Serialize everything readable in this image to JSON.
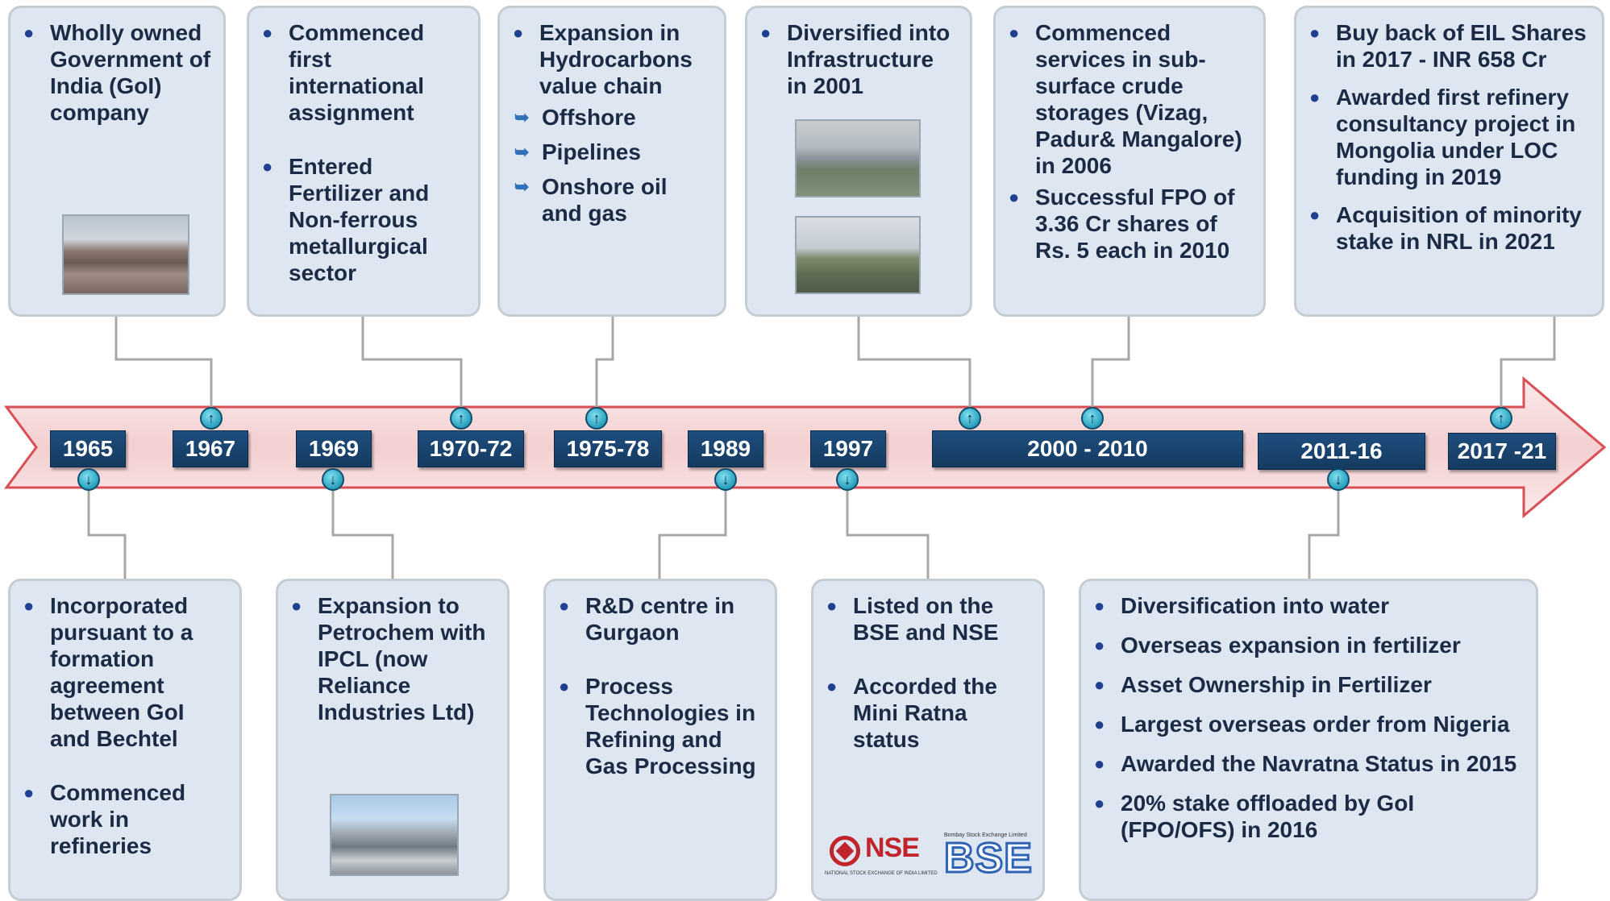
{
  "timeline": {
    "years": [
      "1965",
      "1967",
      "1969",
      "1970-72",
      "1975-78",
      "1989",
      "1997",
      "2000 - 2010",
      "2011-16",
      "2017 -21"
    ]
  },
  "top_boxes": [
    {
      "items": [
        "Wholly owned Government of India (GoI) company"
      ]
    },
    {
      "items": [
        "Commenced first international assignment",
        "Entered Fertilizer and Non-ferrous metallurgical sector"
      ]
    },
    {
      "title": "Expansion in Hydrocarbons value chain",
      "subitems": [
        "Offshore",
        "Pipelines",
        "Onshore oil and gas"
      ]
    },
    {
      "items": [
        "Diversified into Infrastructure in 2001"
      ]
    },
    {
      "items": [
        "Commenced services in sub-surface crude storages (Vizag, Padur& Mangalore) in 2006",
        "Successful FPO of 3.36 Cr shares of Rs. 5 each in 2010"
      ]
    },
    {
      "items": [
        "Buy back of EIL Shares in 2017 - INR 658 Cr",
        "Awarded first refinery consultancy project in Mongolia under LOC funding in 2019",
        "Acquisition of minority stake in NRL in 2021"
      ]
    }
  ],
  "bottom_boxes": [
    {
      "items": [
        "Incorporated pursuant to a formation agreement between GoI and Bechtel",
        "Commenced work in refineries"
      ]
    },
    {
      "items": [
        "Expansion to Petrochem with IPCL (now Reliance Industries Ltd)"
      ]
    },
    {
      "items": [
        "R&D centre in Gurgaon",
        "Process Technologies in Refining  and Gas Processing"
      ]
    },
    {
      "items": [
        "Listed on the BSE and NSE",
        "Accorded the Mini Ratna status"
      ]
    },
    {
      "items": [
        "Diversification into water",
        "Overseas expansion in fertilizer",
        "Asset Ownership in Fertilizer",
        "Largest overseas order  from Nigeria",
        "Awarded the Navratna Status in 2015",
        "20% stake offloaded by GoI (FPO/OFS) in 2016"
      ]
    }
  ],
  "logos": {
    "nse": "NSE",
    "nse_sub": "NATIONAL STOCK EXCHANGE OF INDIA LIMITED",
    "bse": "BSE",
    "bse_sub": "Bombay Stock Exchange Limited"
  },
  "colors": {
    "box_fill": "#dde6f1",
    "box_border": "#c5ccd4",
    "arrow_fill": "#f6d9da",
    "arrow_border": "#d94f56",
    "year_fill": "#1f4e7e",
    "bullet": "#1f3f8f"
  },
  "icons": {
    "up": "up-arrow-circle-icon",
    "down": "down-arrow-circle-icon"
  }
}
